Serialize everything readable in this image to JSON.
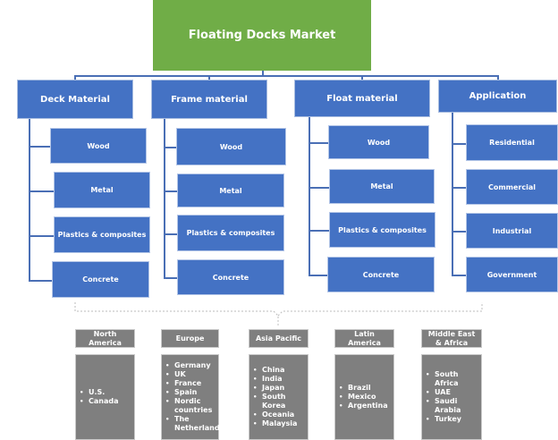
{
  "title": "Floating Docks Market",
  "colors": {
    "title": "#70ad47",
    "segment": "#4472c4",
    "region": "#7f7f7f"
  },
  "categories": [
    {
      "label": "Deck Material",
      "items": [
        "Wood",
        "Metal",
        "Plastics & composites",
        "Concrete"
      ]
    },
    {
      "label": "Frame material",
      "items": [
        "Wood",
        "Metal",
        "Plastics & composites",
        "Concrete"
      ]
    },
    {
      "label": "Float material",
      "items": [
        "Wood",
        "Metal",
        "Plastics & composites",
        "Concrete"
      ]
    },
    {
      "label": "Application",
      "items": [
        "Residential",
        "Commercial",
        "Industrial",
        "Government"
      ]
    }
  ],
  "regions": [
    {
      "label": "North America",
      "countries": [
        "U.S.",
        "Canada"
      ]
    },
    {
      "label": "Europe",
      "countries": [
        "Germany",
        "UK",
        "France",
        "Spain",
        "Nordic countries",
        "The Netherlands"
      ]
    },
    {
      "label": "Asia Pacific",
      "countries": [
        "China",
        "India",
        "Japan",
        "South Korea",
        "Oceania",
        "Malaysia"
      ]
    },
    {
      "label": "Latin America",
      "countries": [
        "Brazil",
        "Mexico",
        "Argentina"
      ]
    },
    {
      "label": "Middle East & Africa",
      "countries": [
        "South Africa",
        "UAE",
        "Saudi Arabia",
        "Turkey"
      ]
    }
  ]
}
